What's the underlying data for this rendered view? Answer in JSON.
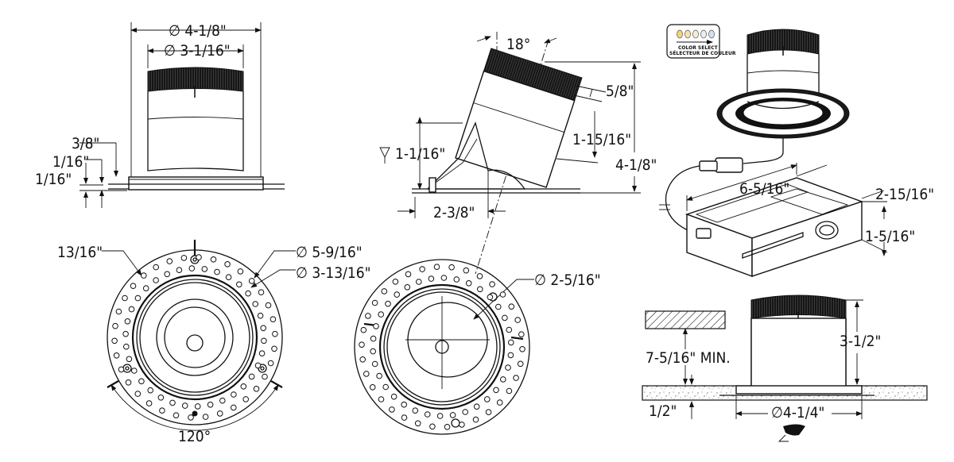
{
  "labels": {
    "front_outer_dia": "∅ 4-1/8\"",
    "front_inner_dia": "∅ 3-1/16\"",
    "dim_3_8": "3/8\"",
    "dim_1_16_a": "1/16\"",
    "dim_1_16_b": "1/16\"",
    "tilt_angle": "18°",
    "dim_5_8": "5/8\"",
    "dim_1_15_16": "1-15/16\"",
    "dim_1_1_16": "1-1/16\"",
    "dim_4_1_8": "4-1/8\"",
    "dim_2_3_8": "2-3/8\"",
    "dim_13_16": "13/16\"",
    "flange_outer_dia": "∅ 5-9/16\"",
    "flange_inner_dia": "∅ 3-13/16\"",
    "angle_120": "120°",
    "cutout_dia": "∅ 2-5/16\"",
    "jbox_length": "6-5/16\"",
    "jbox_width": "2-15/16\"",
    "jbox_height": "1-5/16\"",
    "install_height": "3-1/2\"",
    "clearance": "7-5/16\" MIN.",
    "ceiling_thickness": "1/2\"",
    "install_dia": "∅4-1/4\"",
    "color_select_en": "COLOR SELECT",
    "color_select_fr": "SÉLECTEUR DE COULEUR"
  },
  "colors": {
    "line": "#111111",
    "cct_dots": [
      "#f3d27a",
      "#f7e2a8",
      "#f8ecd2",
      "#e6eef6",
      "#d3e0ee"
    ]
  }
}
